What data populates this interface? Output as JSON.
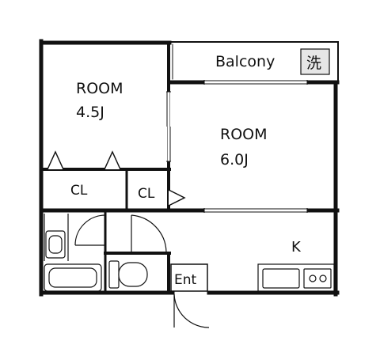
{
  "rooms": {
    "room_a": {
      "name": "ROOM",
      "size": "4.5J"
    },
    "room_b": {
      "name": "ROOM",
      "size": "6.0J"
    }
  },
  "balcony": {
    "label": "Balcony",
    "laundry_mark": "洗"
  },
  "closet_a": {
    "label": "CL"
  },
  "closet_b": {
    "label": "CL"
  },
  "kitchen": {
    "label": "K"
  },
  "entrance": {
    "label": "Ent"
  },
  "colors": {
    "wall": "#111111",
    "fixture_fill": "#e6e6e6",
    "background": "#ffffff"
  }
}
